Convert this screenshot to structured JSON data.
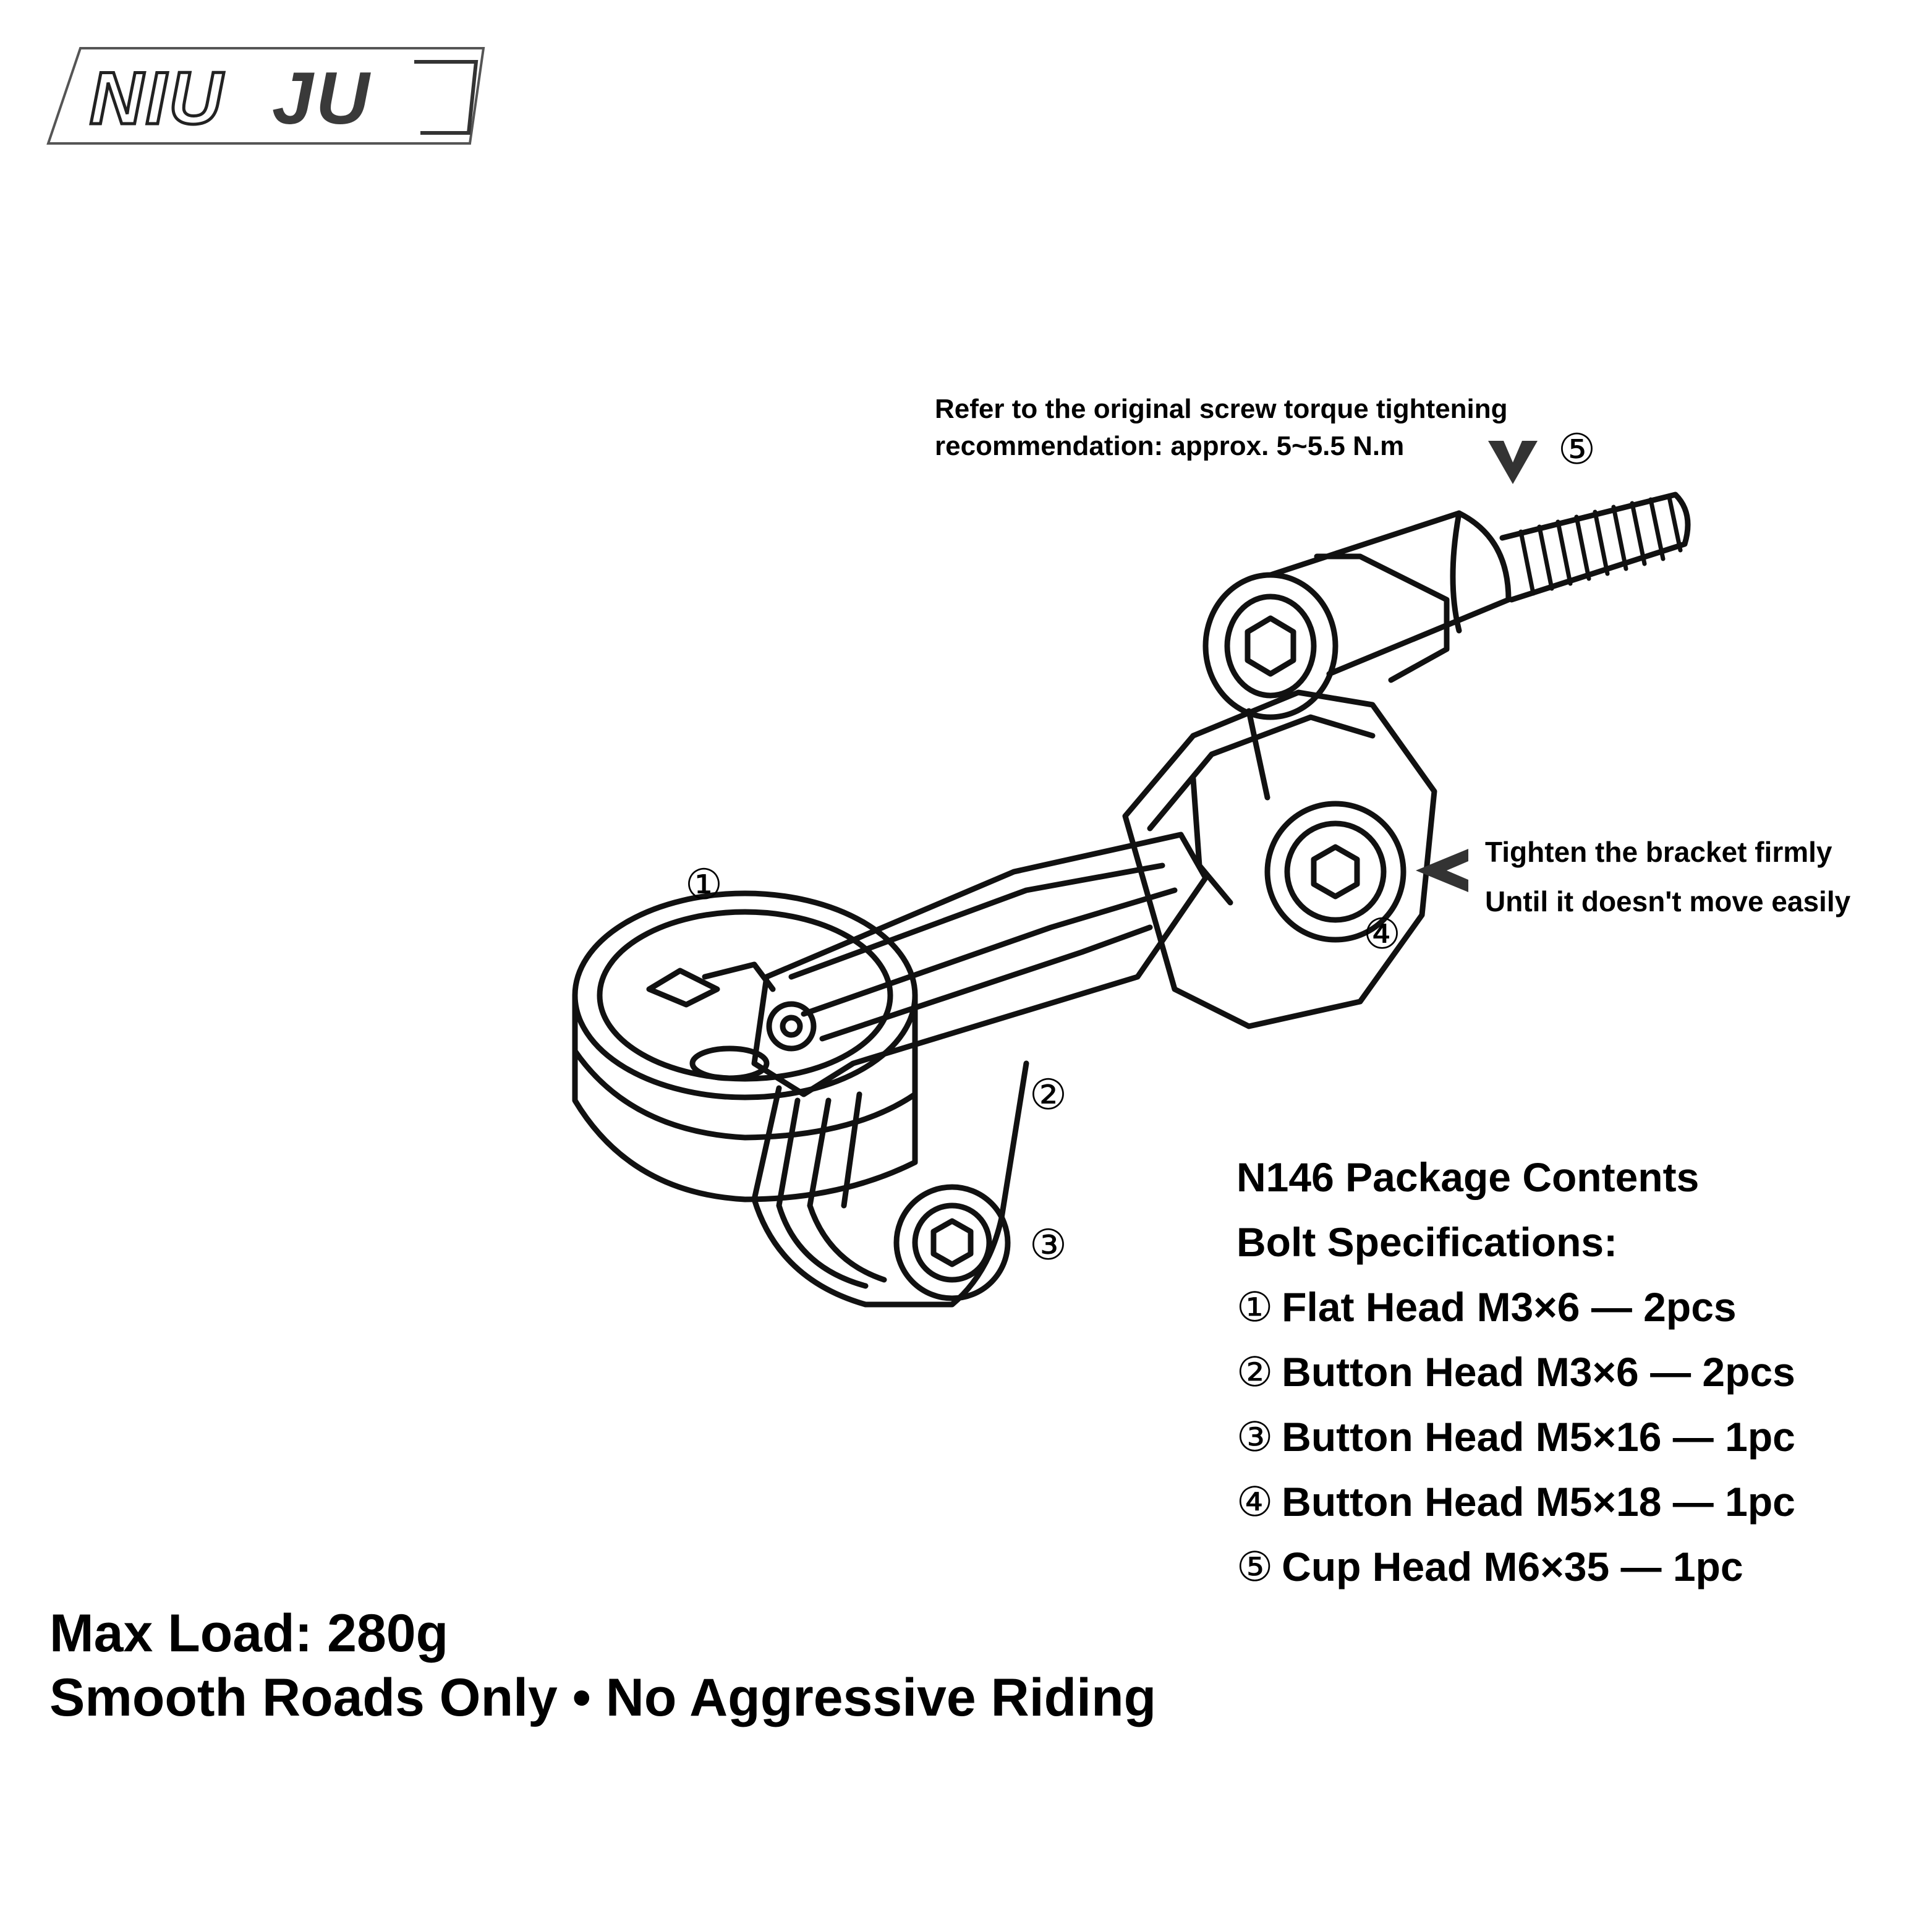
{
  "logo": {
    "text_left": "NIU",
    "text_right": "JU"
  },
  "notes": {
    "torque_line1": "Refer to the original screw torque tightening",
    "torque_line2": "recommendation: approx. 5~5.5 N.m",
    "bracket_line1": "Tighten the bracket firmly",
    "bracket_line2": "Until it doesn't move easily"
  },
  "callouts": {
    "c1": "①",
    "c2": "②",
    "c3": "③",
    "c4": "④",
    "c5": "⑤"
  },
  "package": {
    "title": "N146 Package Contents",
    "subtitle": "Bolt Specifications:",
    "items": [
      {
        "num": "①",
        "label": "Flat Head M3×6 — 2pcs"
      },
      {
        "num": "②",
        "label": "Button Head M3×6 — 2pcs"
      },
      {
        "num": "③",
        "label": "Button Head M5×16 — 1pc"
      },
      {
        "num": "④",
        "label": "Button Head M5×18 — 1pc"
      },
      {
        "num": "⑤",
        "label": "Cup Head M6×35 — 1pc"
      }
    ]
  },
  "footer": {
    "line1": "Max Load: 280g",
    "line2": "Smooth Roads Only • No Aggressive Riding"
  }
}
